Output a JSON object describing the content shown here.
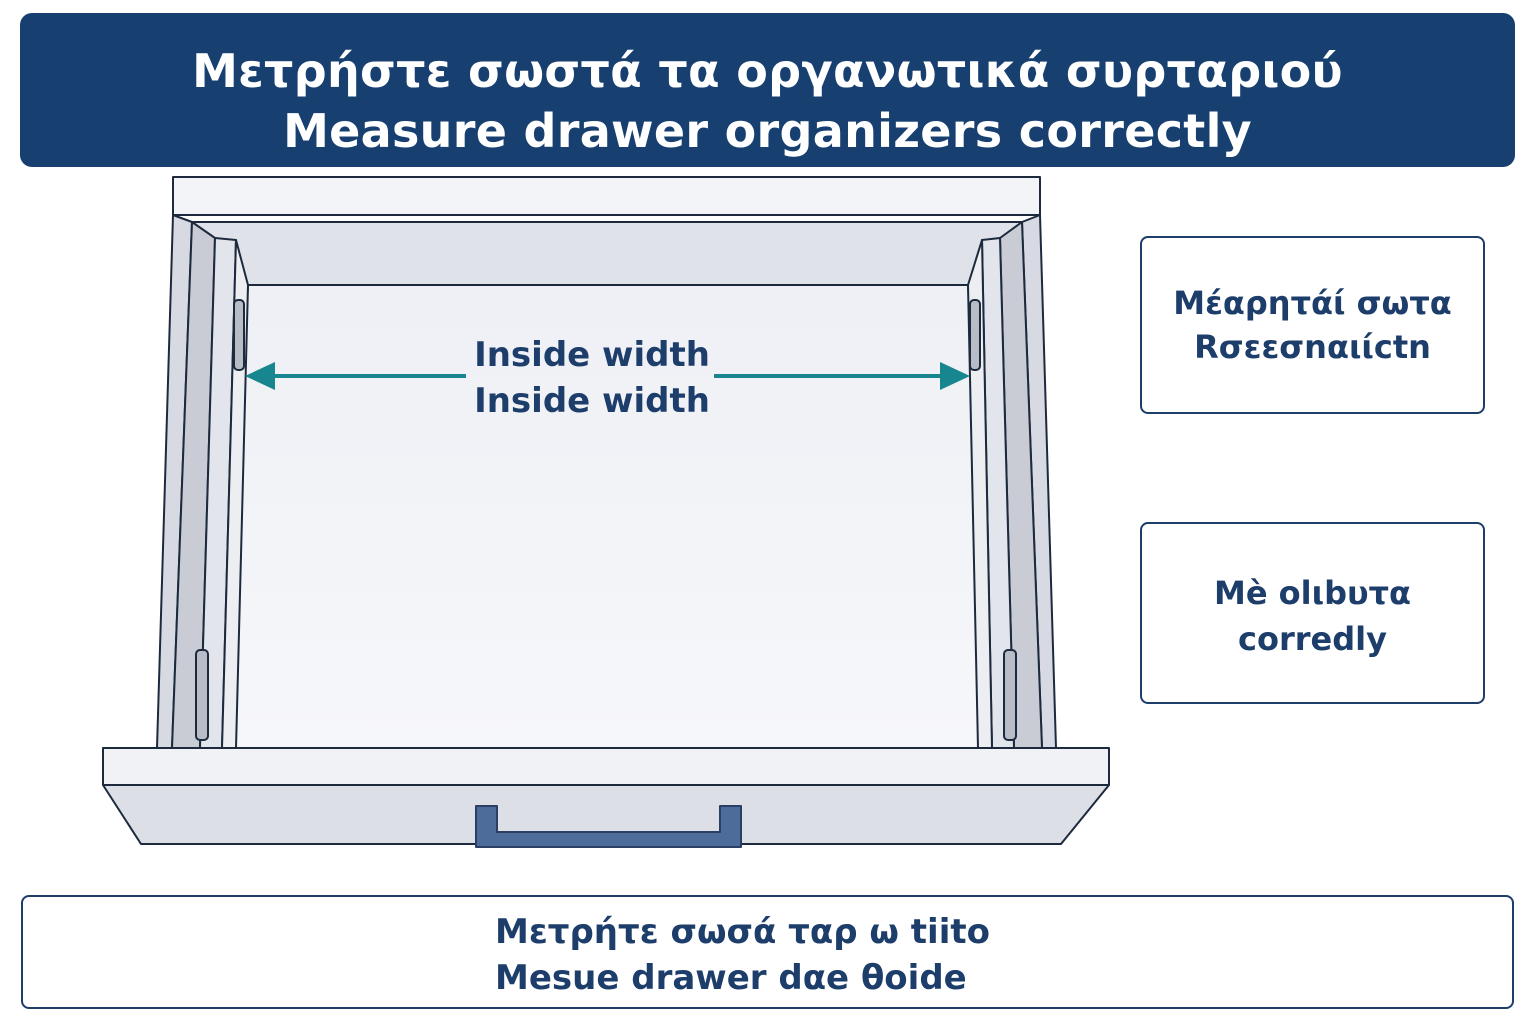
{
  "header": {
    "title_greek": "Μετρήστε σωστά τα οργανωτικά συρταριού",
    "title_english": "Measure drawer organizers correctly"
  },
  "diagram": {
    "measure_label_1": "Inside width",
    "measure_label_2": "Inside width"
  },
  "side_boxes": [
    {
      "line1": "Μέαρητάί σωτα",
      "line2": "Rσεεσnαιίctn"
    },
    {
      "line1": "Mè οlιbυτα",
      "line2": "corredly"
    }
  ],
  "footer": {
    "line1": "Μετρήτε σωσά ταρ ω tiito",
    "line2": "Mesue drawer dαe θoide"
  },
  "colors": {
    "header_bg": "#173f70",
    "arrow_teal": "#17868e",
    "handle": "#4e6c99",
    "drawer_fill": "#e6e8ee",
    "outline": "#1d2a3e"
  }
}
